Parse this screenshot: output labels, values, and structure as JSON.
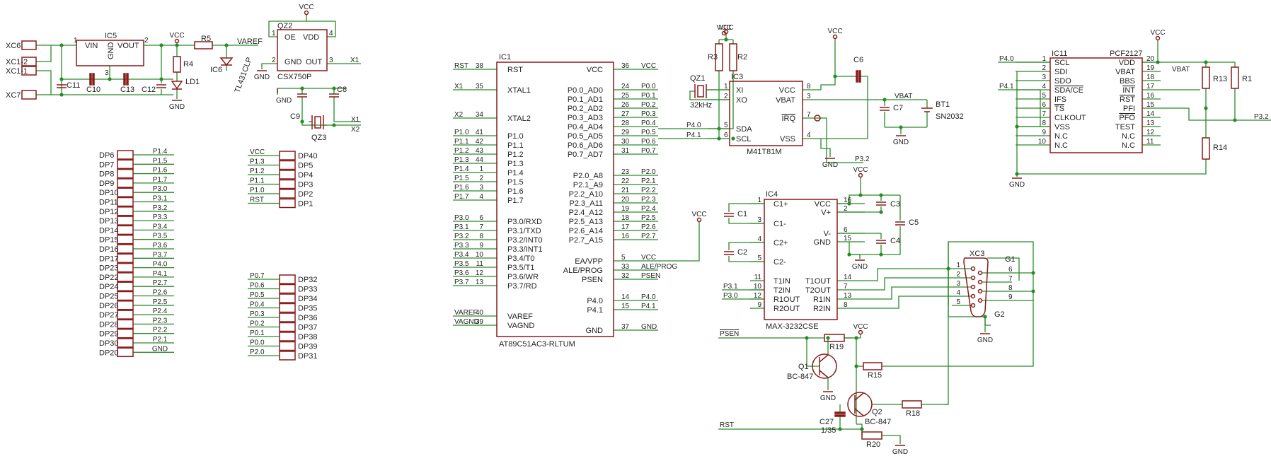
{
  "supply": {
    "ic5": {
      "name": "IC5",
      "pins": [
        "VIN",
        "VOUT",
        "GND"
      ],
      "pin_numbers": [
        "1",
        "2",
        "3"
      ]
    },
    "connectors": [
      "XC6",
      "XC1-2",
      "XC1-1",
      "XC7"
    ],
    "caps": [
      "C11",
      "C10",
      "C13",
      "C12"
    ],
    "vcc": "VCC",
    "resistors": [
      "R4",
      "R5"
    ],
    "led": "LD1",
    "ref": {
      "name": "IC6",
      "part": "TL431CLP",
      "net": "VAREF"
    },
    "gnd": "GND"
  },
  "osc": {
    "qz2": {
      "name": "QZ2",
      "part": "CSX750P",
      "pins": [
        "OE",
        "VDD",
        "GND",
        "OUT"
      ],
      "pin_numbers": [
        "1",
        "4",
        "2",
        "3"
      ]
    },
    "vcc": "VCC",
    "out_net": "X1",
    "gnd": "GND",
    "caps": [
      "C9",
      "C8"
    ],
    "crystal": "QZ3",
    "nets": [
      "X1",
      "X2"
    ]
  },
  "headers": {
    "left": {
      "refs": [
        "DP6",
        "DP7",
        "DP8",
        "DP9",
        "DP10",
        "DP11",
        "DP12",
        "DP13",
        "DP14",
        "DP15",
        "DP16",
        "DP17",
        "DP23",
        "DP22",
        "DP24",
        "DP25",
        "DP26",
        "DP27",
        "DP28",
        "DP29",
        "DP30",
        "DP20"
      ],
      "nets": [
        "P1.4",
        "P1.5",
        "P1.6",
        "P1.7",
        "P3.0",
        "P3.1",
        "P3.2",
        "P3.3",
        "P3.4",
        "P3.5",
        "P3.6",
        "P3.7",
        "P4.0",
        "P4.1",
        "P2.7",
        "P2.6",
        "P2.5",
        "P2.4",
        "P2.3",
        "P2.2",
        "P2.1",
        "GND"
      ]
    },
    "mid_top": {
      "refs": [
        "DP40",
        "DP5",
        "DP4",
        "DP3",
        "DP2",
        "DP1"
      ],
      "nets": [
        "VCC",
        "P1.3",
        "P1.2",
        "P1.1",
        "P1.0",
        "RST"
      ]
    },
    "mid_bottom": {
      "refs": [
        "DP32",
        "DP33",
        "DP34",
        "DP35",
        "DP36",
        "DP37",
        "DP38",
        "DP39",
        "DP31"
      ],
      "nets": [
        "P0.7",
        "P0.6",
        "P0.5",
        "P0.4",
        "P0.3",
        "P0.2",
        "P0.1",
        "P0.0",
        "P2.0"
      ]
    }
  },
  "mcu": {
    "name": "IC1",
    "part": "AT89C51AC3-RLTUM",
    "left_pins": [
      {
        "num": "38",
        "name": "RST",
        "net": "RST"
      },
      {
        "num": "35",
        "name": "XTAL1",
        "net": "X1"
      },
      {
        "num": "34",
        "name": "XTAL2",
        "net": "X2"
      },
      {
        "num": "41",
        "name": "P1.0",
        "net": "P1.0"
      },
      {
        "num": "42",
        "name": "P1.1",
        "net": "P1.1"
      },
      {
        "num": "43",
        "name": "P1.2",
        "net": "P1.2"
      },
      {
        "num": "44",
        "name": "P1.3",
        "net": "P1.3"
      },
      {
        "num": "1",
        "name": "P1.4",
        "net": "P1.4"
      },
      {
        "num": "2",
        "name": "P1.5",
        "net": "P1.5"
      },
      {
        "num": "3",
        "name": "P1.6",
        "net": "P1.6"
      },
      {
        "num": "4",
        "name": "P1.7",
        "net": "P1.7"
      },
      {
        "num": "6",
        "name": "P3.0/RXD",
        "net": "P3.0"
      },
      {
        "num": "7",
        "name": "P3.1/TXD",
        "net": "P3.1"
      },
      {
        "num": "8",
        "name": "P3.2/INT0",
        "net": "P3.2"
      },
      {
        "num": "9",
        "name": "P3.3/INT1",
        "net": "P3.3"
      },
      {
        "num": "10",
        "name": "P3.4/T0",
        "net": "P3.4"
      },
      {
        "num": "11",
        "name": "P3.5/T1",
        "net": "P3.5"
      },
      {
        "num": "12",
        "name": "P3.6/WR",
        "net": "P3.6"
      },
      {
        "num": "13",
        "name": "P3.7/RD",
        "net": "P3.7"
      },
      {
        "num": "40",
        "name": "VAREF",
        "net": "VAREF"
      },
      {
        "num": "39",
        "name": "VAGND",
        "net": "VAGND"
      }
    ],
    "right_pins": [
      {
        "num": "36",
        "name": "VCC",
        "net": "VCC"
      },
      {
        "num": "24",
        "name": "P0.0_AD0",
        "net": "P0.0"
      },
      {
        "num": "25",
        "name": "P0.1_AD1",
        "net": "P0.1"
      },
      {
        "num": "26",
        "name": "P0.2_AD2",
        "net": "P0.2"
      },
      {
        "num": "27",
        "name": "P0.3_AD3",
        "net": "P0.3"
      },
      {
        "num": "28",
        "name": "P0.4_AD4",
        "net": "P0.4"
      },
      {
        "num": "29",
        "name": "P0.5_AD5",
        "net": "P0.5"
      },
      {
        "num": "30",
        "name": "P0.6_AD6",
        "net": "P0.6"
      },
      {
        "num": "31",
        "name": "P0.7_AD7",
        "net": "P0.7"
      },
      {
        "num": "23",
        "name": "P2.0_A8",
        "net": "P2.0"
      },
      {
        "num": "22",
        "name": "P2.1_A9",
        "net": "P2.1"
      },
      {
        "num": "21",
        "name": "P2.2_A10",
        "net": "P2.2"
      },
      {
        "num": "20",
        "name": "P2.3_A11",
        "net": "P2.3"
      },
      {
        "num": "19",
        "name": "P2.4_A12",
        "net": "P2.4"
      },
      {
        "num": "18",
        "name": "P2.5_A13",
        "net": "P2.5"
      },
      {
        "num": "17",
        "name": "P2.6_A14",
        "net": "P2.6"
      },
      {
        "num": "16",
        "name": "P2.7_A15",
        "net": "P2.7"
      },
      {
        "num": "5",
        "name": "EA/VPP",
        "net": "VCC"
      },
      {
        "num": "33",
        "name": "ALE/PROG",
        "net": "ALE/PROG"
      },
      {
        "num": "32",
        "name": "PSEN",
        "net": "PSEN"
      },
      {
        "num": "14",
        "name": "P4.0",
        "net": "P4.0"
      },
      {
        "num": "15",
        "name": "P4.1",
        "net": "P4.1"
      },
      {
        "num": "37",
        "name": "GND",
        "net": "GND"
      }
    ],
    "vcc_tag": "VCC"
  },
  "rtc": {
    "name": "IC3",
    "part": "M41T81M",
    "left_pins": [
      {
        "num": "1",
        "name": "XI"
      },
      {
        "num": "2",
        "name": "XO"
      },
      {
        "num": "5",
        "name": "SDA"
      },
      {
        "num": "6",
        "name": "SCL"
      }
    ],
    "right_pins": [
      {
        "num": "8",
        "name": "VCC"
      },
      {
        "num": "3",
        "name": "VBAT"
      },
      {
        "num": "7",
        "name": "IRQ"
      },
      {
        "num": "4",
        "name": "VSS"
      }
    ],
    "vcc": "VCC",
    "resistors": [
      "R3",
      "R2"
    ],
    "crystal": "QZ1",
    "crystal_freq": "32kHz",
    "nets": [
      "P4.0",
      "P4.1",
      "VBAT",
      "P3.2"
    ],
    "cap": "C6",
    "cap2": "C7",
    "battery": "BT1",
    "battery_part": "SN2032",
    "gnd": "GND"
  },
  "pcf": {
    "name": "IC11",
    "part": "PCF2127",
    "left_pins": [
      {
        "num": "1",
        "name": "SCL"
      },
      {
        "num": "2",
        "name": "SDI"
      },
      {
        "num": "3",
        "name": "SDO"
      },
      {
        "num": "4",
        "name": "SDA/CE"
      },
      {
        "num": "5",
        "name": "IFS"
      },
      {
        "num": "6",
        "name": "TS"
      },
      {
        "num": "7",
        "name": "CLKOUT"
      },
      {
        "num": "8",
        "name": "VSS"
      },
      {
        "num": "9",
        "name": "N.C"
      },
      {
        "num": "10",
        "name": "N.C"
      }
    ],
    "right_pins": [
      {
        "num": "20",
        "name": "VDD"
      },
      {
        "num": "19",
        "name": "VBAT"
      },
      {
        "num": "18",
        "name": "BBS"
      },
      {
        "num": "17",
        "name": "INT"
      },
      {
        "num": "16",
        "name": "RST"
      },
      {
        "num": "15",
        "name": "PFI"
      },
      {
        "num": "14",
        "name": "PFO"
      },
      {
        "num": "13",
        "name": "TEST"
      },
      {
        "num": "12",
        "name": "N.C"
      },
      {
        "num": "11",
        "name": "N.C"
      }
    ],
    "nets": [
      "P4.0",
      "P4.1",
      "VBAT",
      "P3.2"
    ],
    "vcc": "VCC",
    "resistors": [
      "R13",
      "R1",
      "R14"
    ],
    "gnd": "GND"
  },
  "max": {
    "name": "IC4",
    "part": "MAX-3232CSE",
    "left_pins": [
      {
        "num": "1",
        "name": "C1+"
      },
      {
        "num": "3",
        "name": "C1-"
      },
      {
        "num": "4",
        "name": "C2+"
      },
      {
        "num": "5",
        "name": "C2-"
      },
      {
        "num": "11",
        "name": "T1IN"
      },
      {
        "num": "10",
        "name": "T2IN"
      },
      {
        "num": "12",
        "name": "R1OUT"
      },
      {
        "num": "9",
        "name": "R2OUT"
      }
    ],
    "right_pins": [
      {
        "num": "16",
        "name": "VCC"
      },
      {
        "num": "2",
        "name": "V+"
      },
      {
        "num": "6",
        "name": "V-"
      },
      {
        "num": "15",
        "name": "GND"
      },
      {
        "num": "14",
        "name": "T1OUT"
      },
      {
        "num": "7",
        "name": "T2OUT"
      },
      {
        "num": "13",
        "name": "R1IN"
      },
      {
        "num": "8",
        "name": "R2IN"
      }
    ],
    "caps": [
      "C1",
      "C2",
      "C3",
      "C4",
      "C5"
    ],
    "vcc": "VCC",
    "gnd": "GND",
    "nets": [
      "P3.1",
      "P3.0"
    ]
  },
  "db9": {
    "name": "XC3",
    "pins_left": [
      "1",
      "2",
      "3",
      "4",
      "5"
    ],
    "pins_right": [
      "6",
      "7",
      "8",
      "9"
    ],
    "g1": "G1",
    "g2": "G2",
    "gnd": "GND"
  },
  "reset": {
    "psen": "PSEN",
    "rst": "RST",
    "vcc": "VCC",
    "resistors": [
      "R19",
      "R15",
      "R18",
      "R20"
    ],
    "q1": {
      "name": "Q1",
      "part": "BC-847"
    },
    "q2": {
      "name": "Q2",
      "part": "BC-847"
    },
    "cap": {
      "name": "C27",
      "value": "1/35"
    },
    "gnd": "GND"
  }
}
